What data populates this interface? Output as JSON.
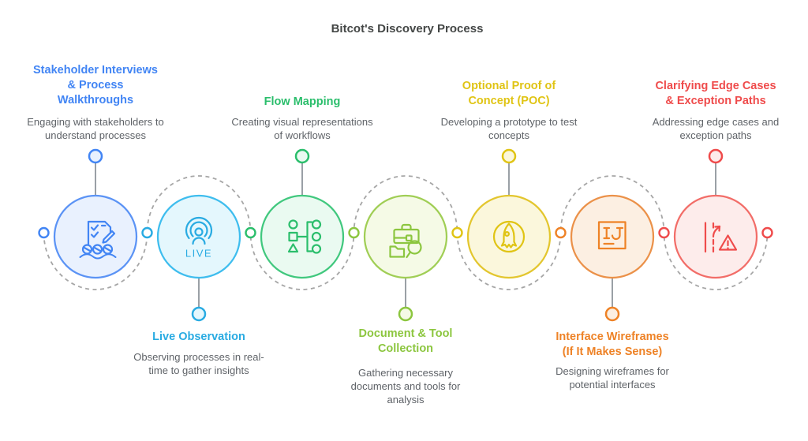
{
  "title": "Bitcot's Discovery Process",
  "palette": {
    "title_text": "#444746",
    "description_text": "#5F6368",
    "connector_dashed_line": "#A6A6A6",
    "stem_line": "#9AA0A6"
  },
  "steps": [
    {
      "index": 1,
      "label_position": "top",
      "title": "Stakeholder Interviews & Process Walkthroughs",
      "title_lines": [
        "Stakeholder Interviews",
        "& Process",
        "Walkthroughs"
      ],
      "description": "Engaging with stakeholders to understand processes",
      "description_lines": [
        "Engaging with stakeholders to",
        "understand processes"
      ],
      "color": "#4285F4",
      "circle_border": "#5B93F5",
      "circle_fill": "#E9F1FE",
      "icon": "checklist-team-icon"
    },
    {
      "index": 2,
      "label_position": "bottom",
      "title": "Live Observation",
      "title_lines": [
        "Live Observation"
      ],
      "description": "Observing processes in real-time to gather insights",
      "description_lines": [
        "Observing processes in real-",
        "time to gather insights"
      ],
      "color": "#29ABE2",
      "circle_border": "#3EBDEE",
      "circle_fill": "#E4F7FD",
      "icon": "live-broadcast-icon",
      "icon_text": "LIVE"
    },
    {
      "index": 3,
      "label_position": "top",
      "title": "Flow Mapping",
      "title_lines": [
        "Flow Mapping"
      ],
      "description": "Creating visual representations of workflows",
      "description_lines": [
        "Creating visual representations",
        "of workflows"
      ],
      "color": "#2BBE6C",
      "circle_border": "#41C87E",
      "circle_fill": "#EAFAF1",
      "icon": "flow-shapes-icon"
    },
    {
      "index": 4,
      "label_position": "bottom",
      "title": "Document & Tool Collection",
      "title_lines": [
        "Document & Tool",
        "Collection"
      ],
      "description": "Gathering necessary documents and tools for analysis",
      "description_lines": [
        "Gathering necessary",
        "documents and tools for",
        "analysis"
      ],
      "color": "#8CC63F",
      "circle_border": "#A0CE55",
      "circle_fill": "#F5FAE6",
      "icon": "briefcase-search-icon"
    },
    {
      "index": 5,
      "label_position": "top",
      "title": "Optional Proof of Concept (POC)",
      "title_lines": [
        "Optional Proof of",
        "Concept (POC)"
      ],
      "description": "Developing a prototype to test concepts",
      "description_lines": [
        "Developing a prototype to test",
        "concepts"
      ],
      "color": "#E0C414",
      "circle_border": "#E3C62E",
      "circle_fill": "#FBF7DC",
      "icon": "rocket-icon"
    },
    {
      "index": 6,
      "label_position": "bottom",
      "title": "Interface Wireframes (If It Makes Sense)",
      "title_lines": [
        "Interface Wireframes",
        "(If It Makes Sense)"
      ],
      "description": "Designing wireframes for potential interfaces",
      "description_lines": [
        "Designing wireframes for",
        "potential interfaces"
      ],
      "color": "#EE8226",
      "circle_border": "#EB9149",
      "circle_fill": "#FCEFE2",
      "icon": "wireframe-ij-icon",
      "icon_text": "IJ"
    },
    {
      "index": 7,
      "label_position": "top",
      "title": "Clarifying Edge Cases & Exception Paths",
      "title_lines": [
        "Clarifying Edge Cases",
        "& Exception Paths"
      ],
      "description": "Addressing edge cases and exception paths",
      "description_lines": [
        "Addressing edge cases and",
        "exception paths"
      ],
      "color": "#EF4B4B",
      "circle_border": "#F26D68",
      "circle_fill": "#FDECEB",
      "icon": "road-warning-icon"
    }
  ]
}
